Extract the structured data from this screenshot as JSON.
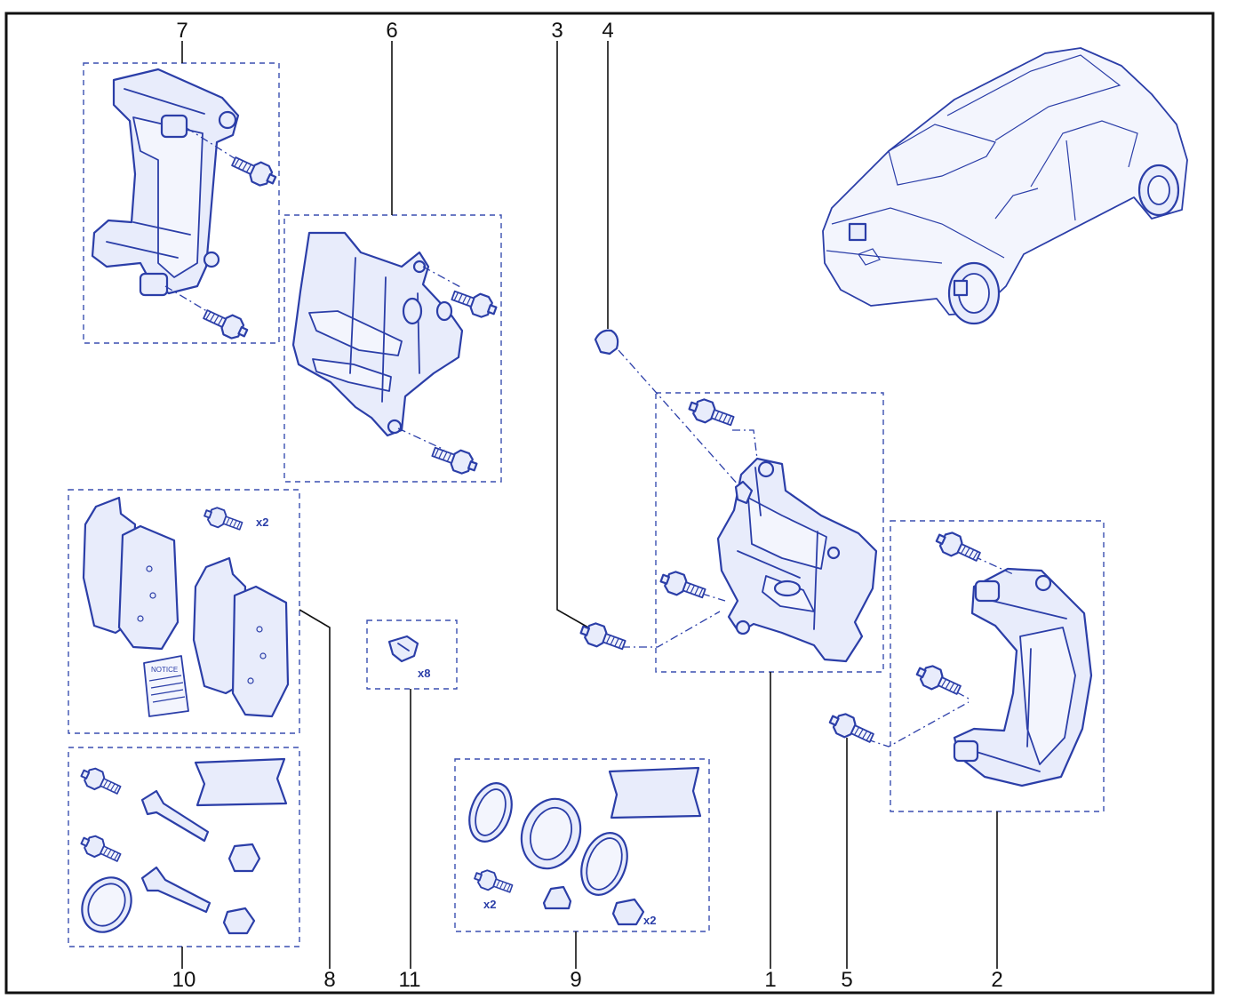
{
  "callouts": {
    "n1": "1",
    "n2": "2",
    "n3": "3",
    "n4": "4",
    "n5": "5",
    "n6": "6",
    "n7": "7",
    "n8": "8",
    "n9": "9",
    "n10": "10",
    "n11": "11"
  },
  "quantities": {
    "pad_screws": "x2",
    "clips": "x8",
    "seal_bolts": "x2",
    "seal_bushes": "x2"
  },
  "notice_label": "NOTICE",
  "colors": {
    "line": "#2b3ea8",
    "fill": "#e8ecfb",
    "frame": "#111111"
  }
}
